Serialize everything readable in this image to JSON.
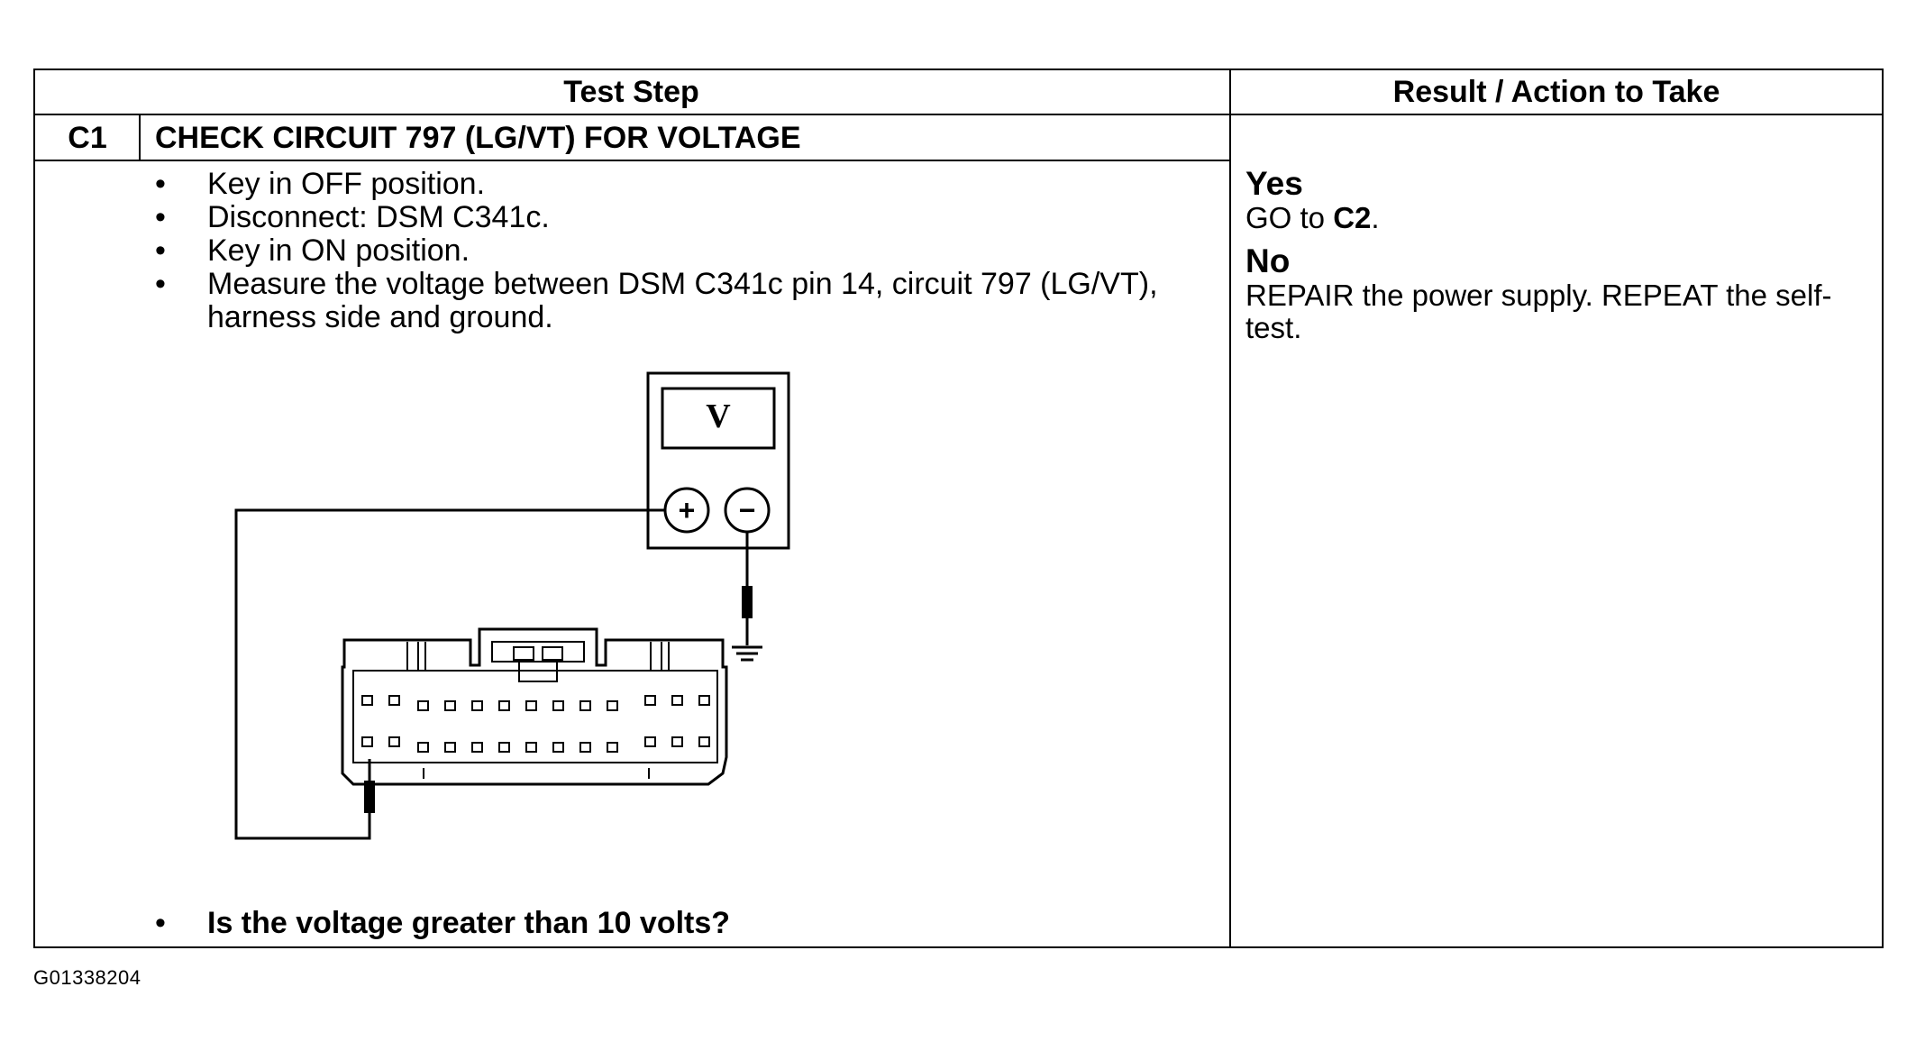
{
  "table": {
    "header_test_step": "Test Step",
    "header_result": "Result / Action to Take"
  },
  "step": {
    "id": "C1",
    "title": "CHECK CIRCUIT 797 (LG/VT) FOR VOLTAGE",
    "bullets": [
      "Key in OFF position.",
      "Disconnect: DSM C341c.",
      "Key in ON position.",
      "Measure the voltage between DSM C341c pin 14, circuit 797 (LG/VT), harness side and ground."
    ],
    "question": "Is the voltage greater than 10 volts?"
  },
  "diagram": {
    "meter_display": "V",
    "plus_symbol": "+",
    "minus_symbol": "−"
  },
  "results": {
    "yes_label": "Yes",
    "yes_prefix": "GO to ",
    "yes_target": "C2",
    "yes_suffix": ".",
    "no_label": "No",
    "no_action": "REPAIR the power supply. REPEAT the self-test."
  },
  "figure_id": "G01338204"
}
